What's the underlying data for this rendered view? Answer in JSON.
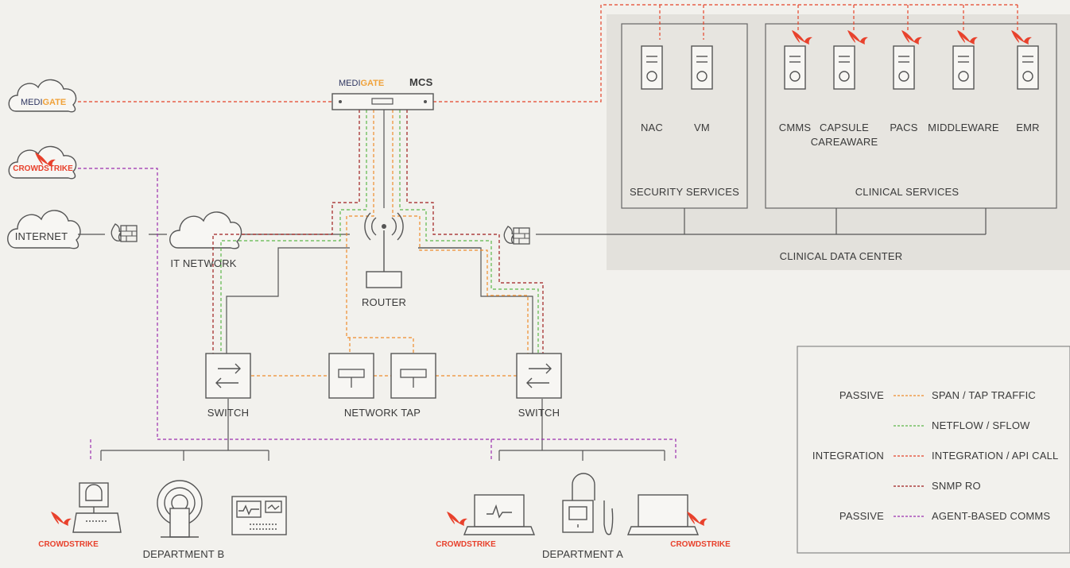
{
  "colors": {
    "background": "#f2f1ed",
    "line": "#555555",
    "span_tap": "#f08c2c",
    "netflow": "#5cb84a",
    "integration": "#e5442a",
    "snmp": "#a01e1e",
    "agent": "#9b2fae",
    "crowdstrike": "#e8412c",
    "datacenter_bg": "#e3e1dc"
  },
  "clouds": {
    "medigate": {
      "brand_left": "MEDI",
      "brand_right": "GATE"
    },
    "crowdstrike": {
      "label": "CROWDSTRIKE"
    },
    "internet": {
      "label": "INTERNET"
    },
    "it_network": {
      "label": "IT NETWORK"
    }
  },
  "mcs": {
    "label": "MCS",
    "brand_left": "MEDI",
    "brand_right": "GATE"
  },
  "router": {
    "label": "ROUTER"
  },
  "switches": {
    "left": "SWITCH",
    "right": "SWITCH"
  },
  "network_tap": {
    "label": "NETWORK TAP"
  },
  "datacenter": {
    "label": "CLINICAL DATA CENTER",
    "security": {
      "label": "SECURITY SERVICES",
      "servers": [
        "NAC",
        "VM"
      ]
    },
    "clinical": {
      "label": "CLINICAL SERVICES",
      "servers": [
        "CMMS",
        "CAPSULE",
        "PACS",
        "MIDDLEWARE",
        "EMR"
      ],
      "capsule_line2": "CAREAWARE"
    }
  },
  "departments": {
    "b": {
      "label": "DEPARTMENT B",
      "crowdstrike": "CROWDSTRIKE"
    },
    "a": {
      "label": "DEPARTMENT A",
      "crowdstrike_left": "CROWDSTRIKE",
      "crowdstrike_right": "CROWDSTRIKE"
    }
  },
  "legend": {
    "rows": [
      {
        "category": "PASSIVE",
        "label": "SPAN / TAP TRAFFIC",
        "color": "#f08c2c"
      },
      {
        "category": "",
        "label": "NETFLOW / SFLOW",
        "color": "#5cb84a"
      },
      {
        "category": "INTEGRATION",
        "label": "INTEGRATION / API CALL",
        "color": "#e5442a"
      },
      {
        "category": "",
        "label": "SNMP RO",
        "color": "#a01e1e"
      },
      {
        "category": "PASSIVE",
        "label": "AGENT-BASED COMMS",
        "color": "#9b2fae"
      }
    ]
  }
}
